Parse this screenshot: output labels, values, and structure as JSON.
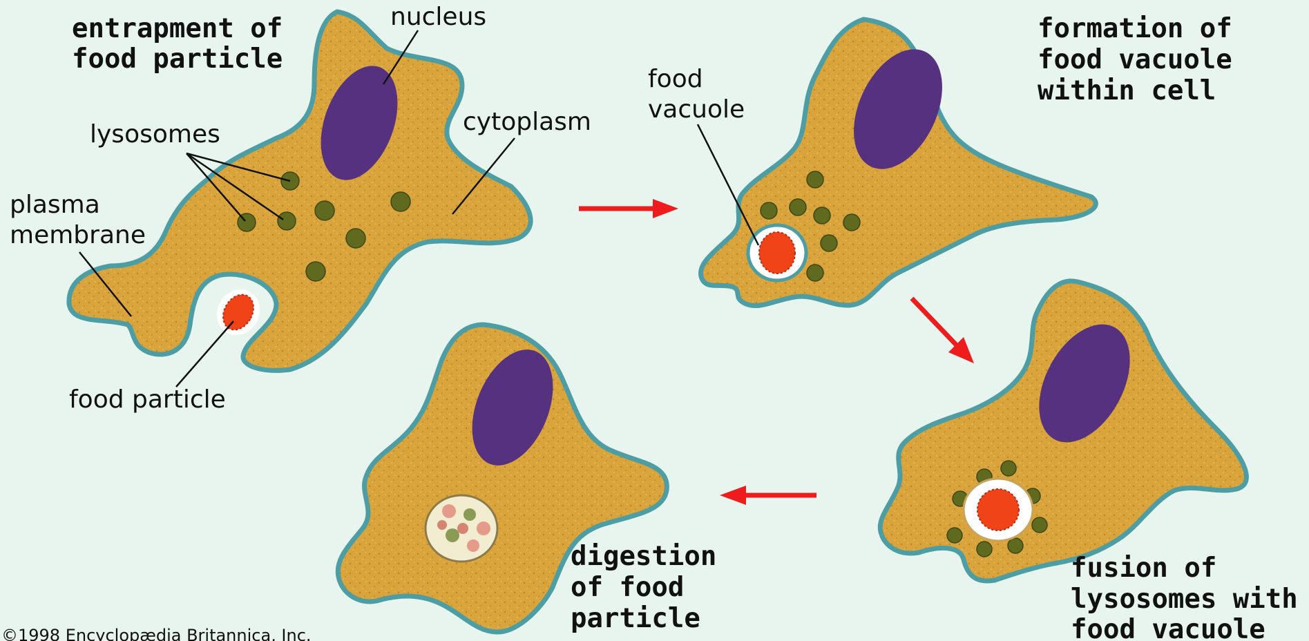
{
  "stages": {
    "entrapment": [
      "entrapment of",
      "food particle"
    ],
    "formation": [
      "formation of",
      "food vacuole",
      "within cell"
    ],
    "fusion": [
      "fusion of",
      "lysosomes with",
      "food vacuole"
    ],
    "digestion": [
      "digestion",
      "of food",
      "particle"
    ]
  },
  "labels": {
    "nucleus": "nucleus",
    "lysosomes": "lysosomes",
    "cytoplasm": "cytoplasm",
    "plasma_membrane": [
      "plasma",
      "membrane"
    ],
    "food_particle": "food particle",
    "food_vacuole": [
      "food",
      "vacuole"
    ]
  },
  "copyright": "©1998 Encyclopædia Britannica, Inc.",
  "colors": {
    "background": "#e8f5ef",
    "cytoplasm": "#d9a43b",
    "membrane": "#4d9ea4",
    "nucleus": "#55317f",
    "lysosome": "#5f6a1f",
    "food": "#f04418",
    "arrow": "#ee1c1c"
  }
}
